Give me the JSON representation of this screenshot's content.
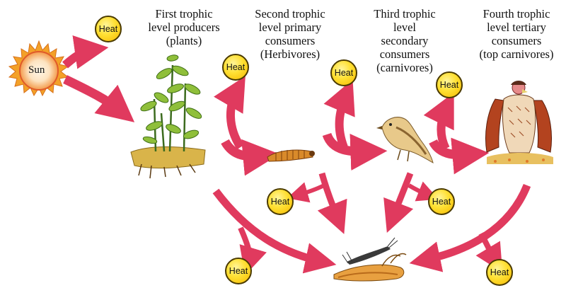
{
  "sun": {
    "label": "Sun"
  },
  "heat_label": "Heat",
  "levels": {
    "first": [
      "First trophic",
      "level producers",
      "(plants)"
    ],
    "second": [
      "Second trophic",
      "level primary",
      "consumers",
      "(Herbivores)"
    ],
    "third": [
      "Third trophic",
      "level",
      "secondary",
      "consumers",
      "(carnivores)"
    ],
    "fourth": [
      "Fourth trophic",
      "level tertiary",
      "consumers",
      "(top carnivores)"
    ]
  },
  "icons": {
    "producer": "plant-icon",
    "primary": "caterpillar-icon",
    "secondary": "bird-icon",
    "tertiary": "vulture-icon",
    "decomposer": "slug-icon"
  },
  "colors": {
    "arrow": "#e03a5e",
    "heat_fill": "#ffd21f",
    "sun": "#f7a21b"
  }
}
